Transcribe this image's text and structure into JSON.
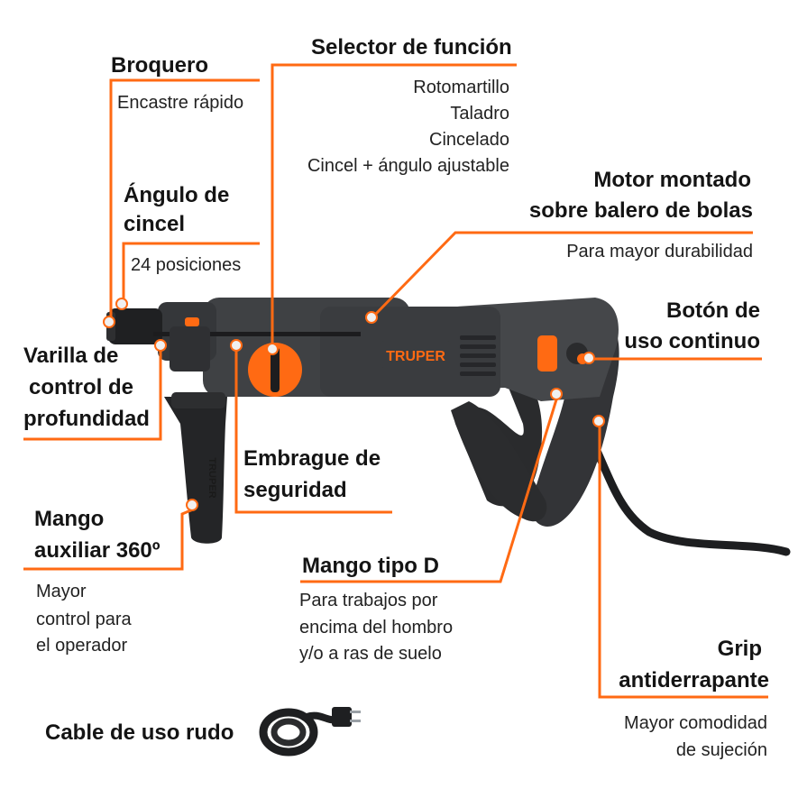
{
  "colors": {
    "accent": "#ff6a13",
    "tool_body": "#3c3e41",
    "tool_dark": "#262729",
    "text": "#141414"
  },
  "brand": "TRUPER",
  "labels": {
    "broquero": {
      "title": "Broquero",
      "desc": "Encastre rápido"
    },
    "selector": {
      "title": "Selector de función",
      "items": [
        "Rotomartillo",
        "Taladro",
        "Cincelado",
        "Cincel + ángulo ajustable"
      ]
    },
    "angulo": {
      "title_1": "Ángulo de",
      "title_2": "cincel",
      "desc": "24 posiciones"
    },
    "motor": {
      "title_1": "Motor montado",
      "title_2": "sobre balero de bolas",
      "desc": "Para mayor durabilidad"
    },
    "boton": {
      "title_1": "Botón de",
      "title_2": "uso continuo"
    },
    "varilla": {
      "title_1": "Varilla de",
      "title_2": "control de",
      "title_3": "profundidad"
    },
    "embrague": {
      "title_1": "Embrague de",
      "title_2": "seguridad"
    },
    "mango_aux": {
      "title_1": "Mango",
      "title_2": "auxiliar 360º",
      "desc_1": "Mayor",
      "desc_2": "control para",
      "desc_3": "el operador"
    },
    "mango_d": {
      "title": "Mango tipo D",
      "desc_1": "Para trabajos por",
      "desc_2": "encima del hombro",
      "desc_3": "y/o a ras de suelo"
    },
    "grip": {
      "title_1": "Grip",
      "title_2": "antiderrapante",
      "desc_1": "Mayor comodidad",
      "desc_2": "de sujeción"
    },
    "cable": {
      "title": "Cable de uso rudo"
    }
  }
}
